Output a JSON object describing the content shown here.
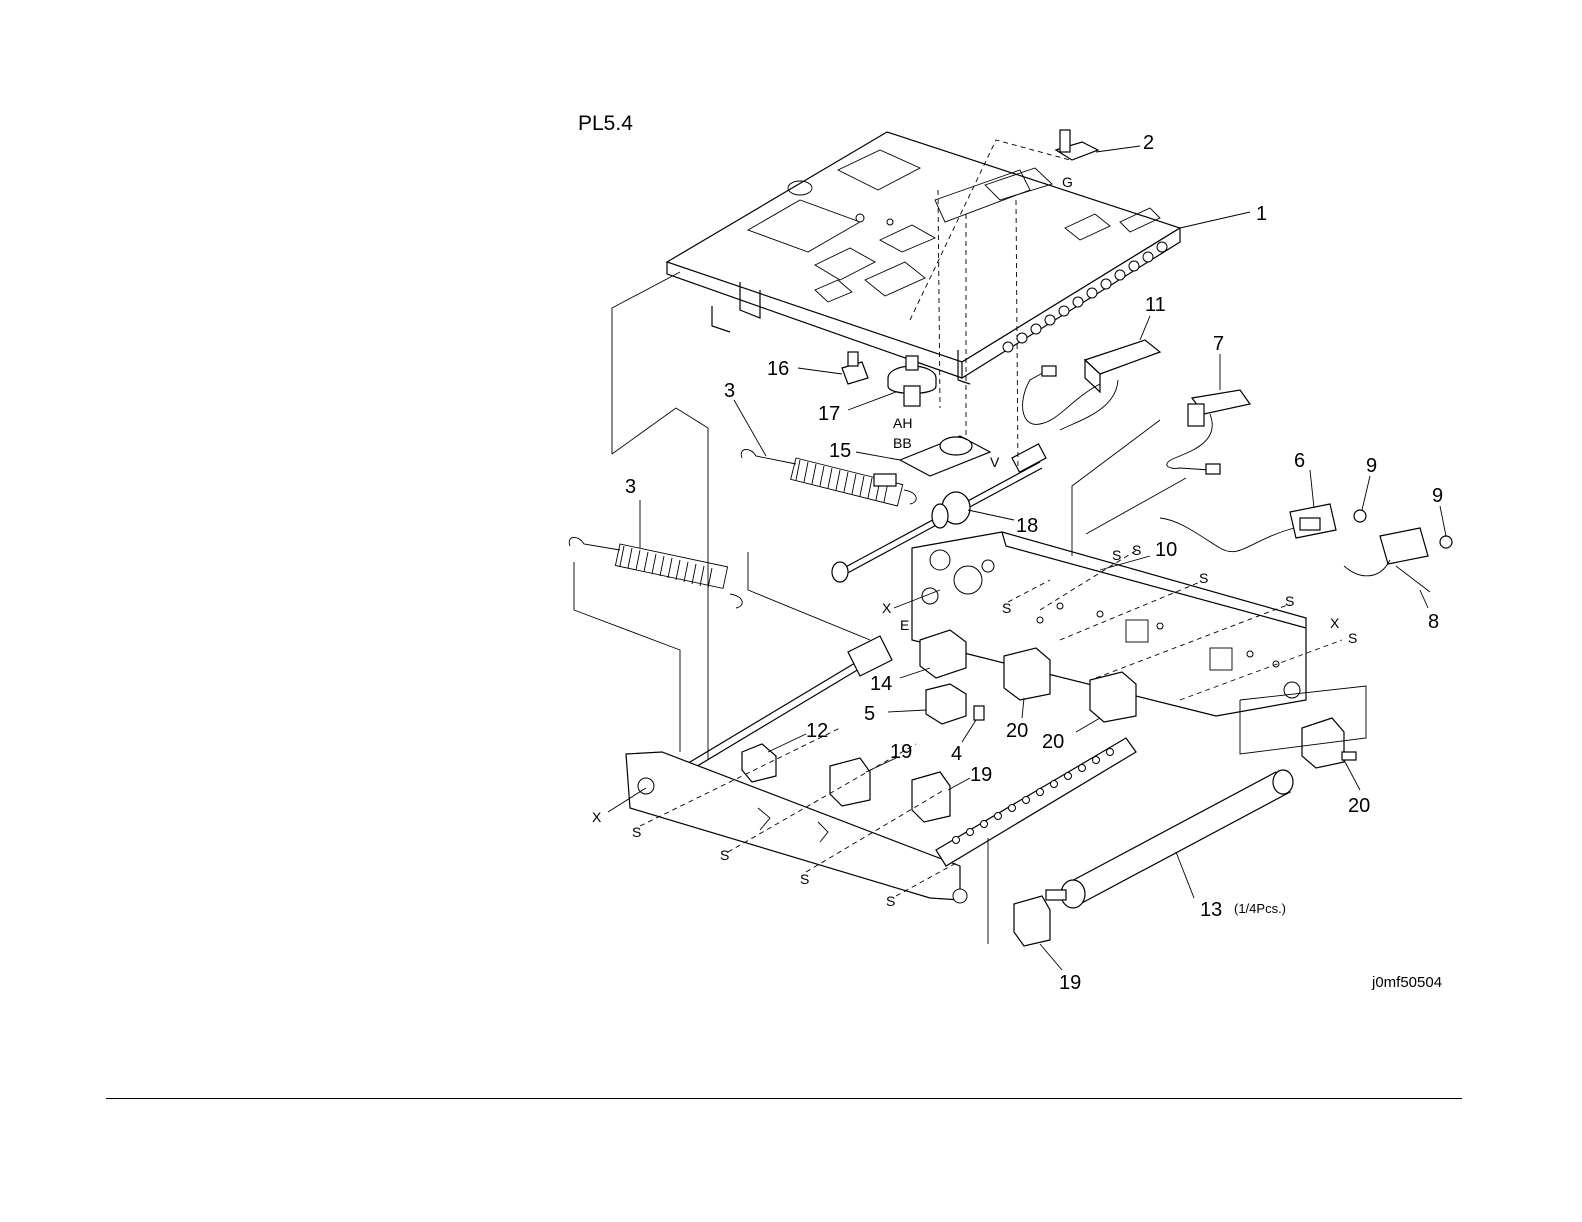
{
  "plate_title": "PL5.4",
  "figure_id": "j0mf50504",
  "callouts": [
    "1",
    "2",
    "3",
    "3",
    "4",
    "5",
    "6",
    "7",
    "8",
    "9",
    "9",
    "10",
    "11",
    "12",
    "13",
    "14",
    "15",
    "16",
    "17",
    "18",
    "19",
    "19",
    "19",
    "20",
    "20",
    "20"
  ],
  "callout_note_13": "(1/4Pcs.)",
  "reference_marks": [
    "G",
    "AH",
    "BB",
    "V",
    "S",
    "S",
    "S",
    "S",
    "S",
    "S",
    "S",
    "S",
    "S",
    "S",
    "X",
    "X",
    "X",
    "E"
  ]
}
